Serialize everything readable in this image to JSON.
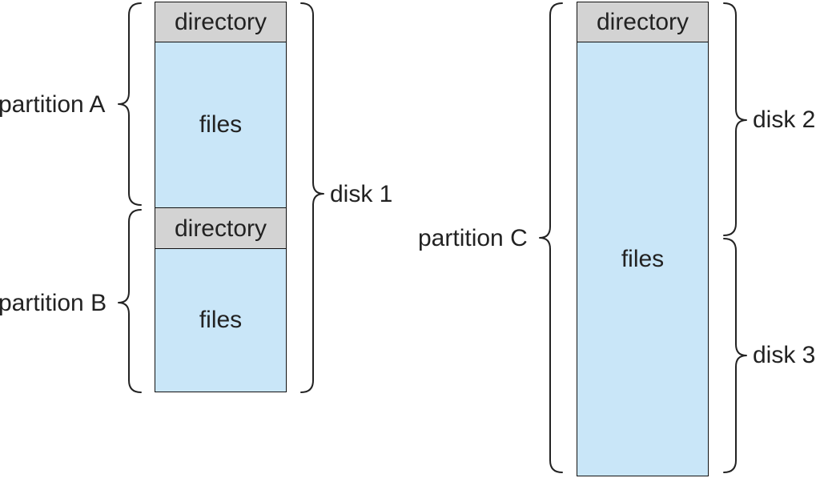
{
  "disk1_group": {
    "partition_a": {
      "label": "partition A",
      "directory": "directory",
      "files": "files"
    },
    "partition_b": {
      "label": "partition B",
      "directory": "directory",
      "files": "files"
    },
    "disk_label": "disk 1"
  },
  "partition_c_group": {
    "label": "partition C",
    "directory": "directory",
    "files": "files",
    "disk2_label": "disk 2",
    "disk3_label": "disk 3"
  },
  "colors": {
    "directory_fill": "#d3d3d3",
    "files_fill": "#c9e6f8",
    "stroke": "#111111",
    "text": "#222222"
  }
}
